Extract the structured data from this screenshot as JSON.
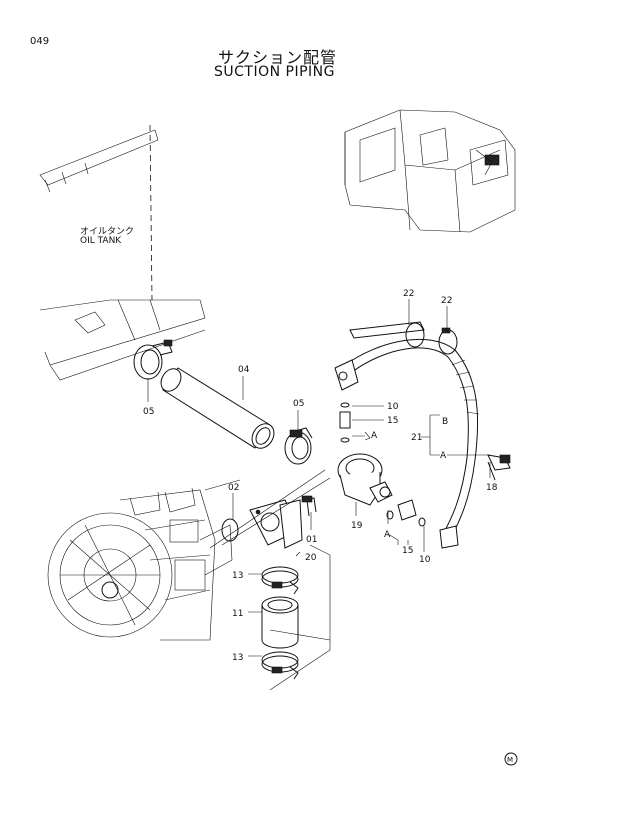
{
  "page_number": "049",
  "title_jp": "サクション配管",
  "title_en": "SUCTION PIPING",
  "oil_tank_label_jp": "オイルタンク",
  "oil_tank_label_en": "OIL TANK",
  "callouts": {
    "p22a": "22",
    "p22b": "22",
    "p04": "04",
    "p05a": "05",
    "p05b": "05",
    "p10a": "10",
    "p15a": "15",
    "pAa": "A",
    "pB": "B",
    "p21": "21",
    "pAb": "A",
    "p18": "18",
    "p02": "02",
    "p01": "01",
    "p19": "19",
    "pAc": "A",
    "p15b": "15",
    "p10b": "10",
    "p20": "20",
    "p13a": "13",
    "p11": "11",
    "p13b": "13"
  },
  "mark_symbol": "M"
}
